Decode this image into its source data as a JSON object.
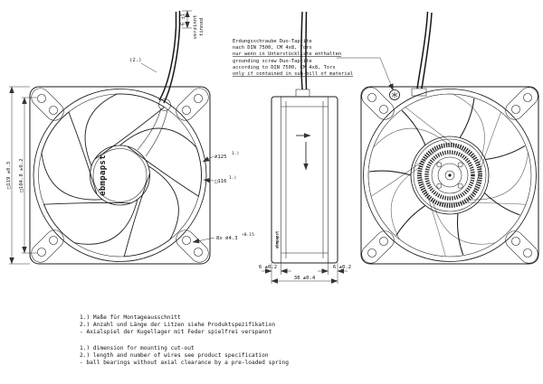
{
  "drawing": {
    "brand": "ebmpapst",
    "grounding_note": {
      "de1": "Erdungsschraube Duo-Taptite",
      "de2": "nach DIN 7500, CM 4x8, Torx",
      "de3": "nur wenn in Unterstückliste enthalten",
      "en1": "grounding screw Duo-Taptite",
      "en2": "according to DIN 7500, CM 4x8, Torx",
      "en3": "only if contained in sub-bill of material"
    },
    "dimensions": {
      "outer_square": "□119 ±0.3",
      "hole_pitch": "□104.8 ±0.2",
      "cutout_circle": "⌀125",
      "cutout_circle_ref": "1.)",
      "cutout_square": "□116",
      "cutout_square_ref": "1.)",
      "mounting_holes": "8x ⌀4.3",
      "mounting_holes_tol": "+0.15",
      "wire_ref": "(2.)",
      "tinned_length": "6 ±1",
      "tinned_de": "verzinnt",
      "tinned_en": "tinned",
      "flange_left": "6 ±0.2",
      "depth_total": "38 ±0.4",
      "flange_right": "6 ±0.2"
    },
    "notes_de": [
      "1.) Maße für Montageausschnitt",
      "2.) Anzahl und Länge der Litzen siehe Produktspezifikation",
      "-  Axialspiel der Kugellager mit Feder spielfrei verspannt"
    ],
    "notes_en": [
      "1.) dimension for mounting cut-out",
      "2.) length and number of wires see product specification",
      "-  ball bearings without axial clearance by a pre-loaded spring"
    ]
  }
}
